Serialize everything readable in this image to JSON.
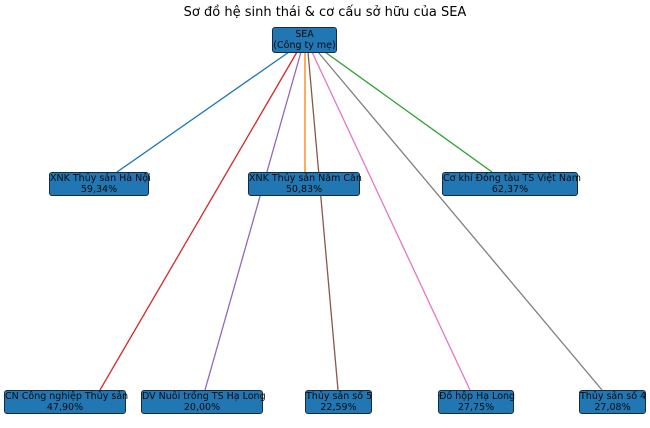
{
  "title": "Sơ đồ hệ sinh thái & cơ cấu sở hữu của SEA",
  "root": {
    "name": "SEA",
    "subtitle": "(Công ty mẹ)"
  },
  "subsidiaries": [
    {
      "name": "XNK Thủy sản Hà Nội",
      "share": "59,34%",
      "color": "#1f77b4"
    },
    {
      "name": "XNK Thủy sản Năm Căn",
      "share": "50,83%",
      "color": "#ff7f0e"
    },
    {
      "name": "Cơ khí Đóng tàu TS Việt Nam",
      "share": "62,37%",
      "color": "#2ca02c"
    },
    {
      "name": "CN Công nghiệp Thủy sản",
      "share": "47,90%",
      "color": "#d62728"
    },
    {
      "name": "DV Nuôi trồng TS Hạ Long",
      "share": "20,00%",
      "color": "#9467bd"
    },
    {
      "name": "Thủy sản số 5",
      "share": "22,59%",
      "color": "#8c564b"
    },
    {
      "name": "Đồ hộp Hạ Long",
      "share": "27,75%",
      "color": "#e377c2"
    },
    {
      "name": "Thủy sản số 4",
      "share": "27,08%",
      "color": "#7f7f7f"
    }
  ]
}
